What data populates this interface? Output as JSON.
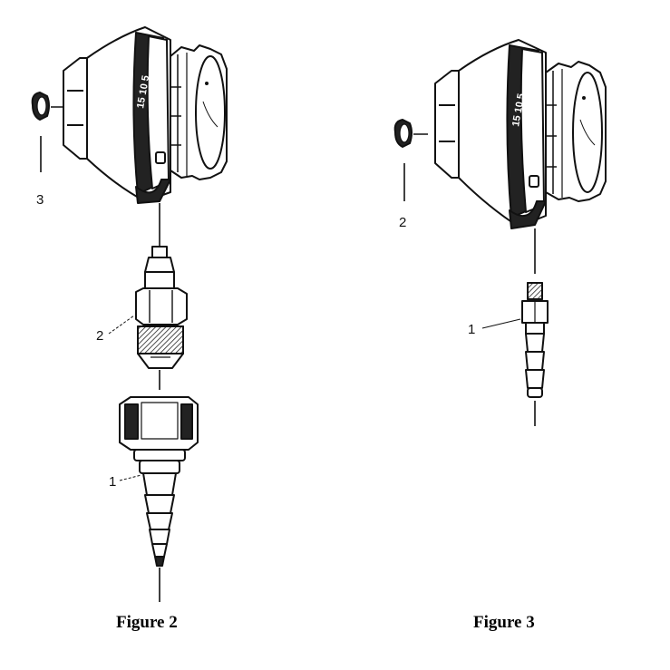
{
  "figures": [
    {
      "caption": "Figure 2",
      "callouts": [
        "1",
        "2",
        "3"
      ],
      "dial_markings": "15 10 5"
    },
    {
      "caption": "Figure 3",
      "callouts": [
        "1",
        "2"
      ],
      "dial_markings": "15 10 5"
    }
  ],
  "colors": {
    "ink": "#111111",
    "paper": "#ffffff",
    "shade": "#222222"
  }
}
